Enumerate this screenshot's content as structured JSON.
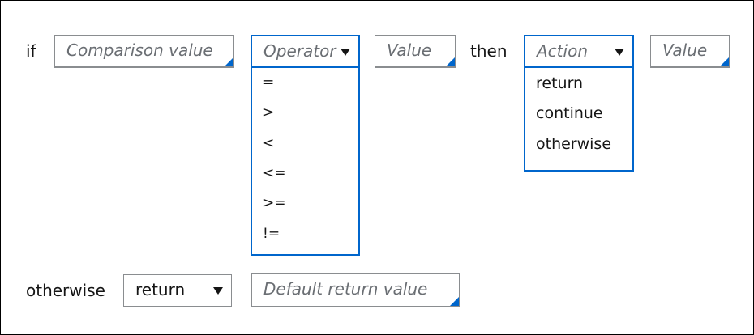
{
  "rule": {
    "if_label": "if",
    "comparison_placeholder": "Comparison value",
    "operator": {
      "placeholder": "Operator",
      "options": [
        "=",
        ">",
        "<",
        "<=",
        ">=",
        "!="
      ]
    },
    "value_placeholder": "Value",
    "then_label": "then",
    "action": {
      "placeholder": "Action",
      "options": [
        "return",
        "continue",
        "otherwise"
      ]
    },
    "action_value_placeholder": "Value"
  },
  "otherwise": {
    "label": "otherwise",
    "action_selected": "return",
    "default_placeholder": "Default return value"
  },
  "colors": {
    "accent": "#0066cc",
    "border": "#8a8d90",
    "placeholder": "#6a6e73",
    "text": "#151515"
  }
}
